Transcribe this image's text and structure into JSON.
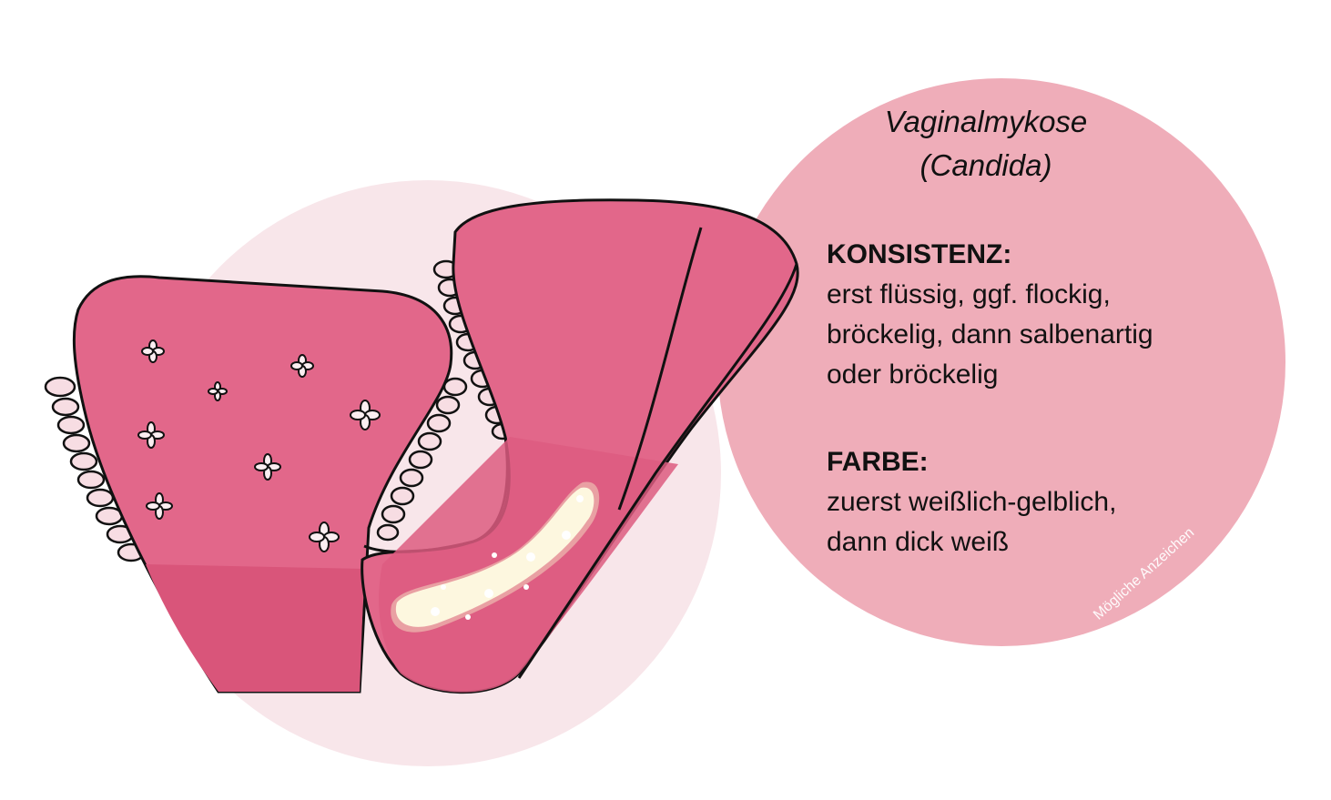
{
  "title": {
    "line1": "Vaginalmykose",
    "line2": "(Candida)"
  },
  "sections": [
    {
      "heading": "KONSISTENZ:",
      "lines": [
        "erst flüssig, ggf. flockig,",
        "bröckelig, dann salbenartig",
        "oder bröckelig"
      ]
    },
    {
      "heading": "FARBE:",
      "lines": [
        "zuerst weißlich-gelblich,",
        "dann dick weiß"
      ]
    }
  ],
  "watermark": "Mögliche Anzeichen",
  "colors": {
    "info_circle": "#efadb9",
    "back_circle": "#f8e6ea",
    "fabric": "#e2678a",
    "fabric_dark": "#d9557a",
    "lace": "#f7dde3",
    "discharge": "#fdf7df",
    "outline": "#111111"
  }
}
